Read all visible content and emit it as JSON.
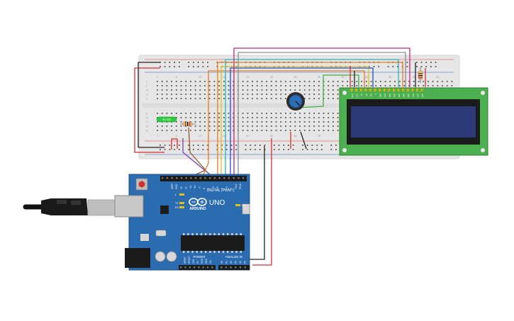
{
  "arduino": {
    "brand": "ARDUINO",
    "model": "UNO",
    "digital_label": "DIGITAL (PWM~)",
    "aref": "AREF",
    "gnd": "GND",
    "pin_labels": [
      "13",
      "12",
      "~11",
      "~10",
      "~9",
      "8",
      "7",
      "~6",
      "~5",
      "4",
      "~3",
      "2",
      "TX▸1",
      "RX◂0"
    ],
    "led_l": "L",
    "led_tx": "TX",
    "led_rx": "RX",
    "led_on": "ON",
    "power_label": "POWER",
    "analog_label": "ANALOG IN",
    "power_pins": [
      "IOREF",
      "RESET",
      "3.3V",
      "5V",
      "GND",
      "GND",
      "Vin"
    ],
    "analog_pins": [
      "A0",
      "A1",
      "A2",
      "A3",
      "A4",
      "A5"
    ]
  },
  "breadboard": {
    "column_numbers": [
      "1",
      "5",
      "10",
      "15",
      "20",
      "25",
      "30",
      "35",
      "40",
      "45",
      "50",
      "55",
      "60"
    ],
    "row_letters_top": [
      "J",
      "I",
      "H",
      "G",
      "F"
    ],
    "row_letters_bottom": [
      "E",
      "D",
      "C",
      "B",
      "A"
    ]
  },
  "led": {
    "label": "5V 100",
    "color": "#2ecc40"
  },
  "lcd": {
    "pin_labels": [
      "GND",
      "VCC",
      "V0",
      "RS",
      "RW",
      "E",
      "DB0",
      "DB1",
      "DB2",
      "DB3",
      "DB4",
      "DB5",
      "DB6",
      "DB7",
      "LED",
      "LED"
    ],
    "screen_color": "#2d3a7a",
    "pcb_color": "#4caf50"
  },
  "colors": {
    "board": "#2b6cb0",
    "breadboard": "#e8e8e8",
    "wire_red": "#d32f2f",
    "wire_black": "#222222",
    "wire_orange": "#e67e22",
    "wire_yellow": "#e0c11a",
    "wire_cyan": "#2bb3c0",
    "wire_green": "#3cb043",
    "wire_blue": "#1f4fd1",
    "wire_purple": "#7b3fa0",
    "wire_magenta": "#c2267a",
    "wire_grey": "#8a8a8a",
    "wire_brown": "#8b5a2b"
  }
}
